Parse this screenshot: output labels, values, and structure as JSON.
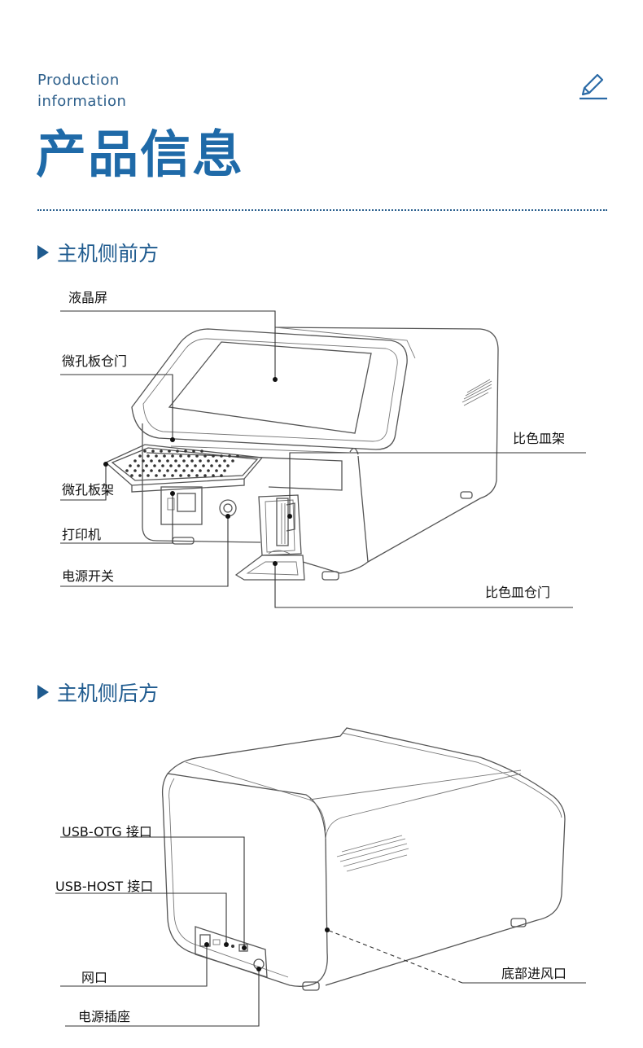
{
  "header": {
    "english_line1": "Production",
    "english_line2": "information",
    "title": "产品信息",
    "icon": "pencil-edit-icon"
  },
  "front_section": {
    "heading": "主机侧前方",
    "labels": {
      "lcd": "液晶屏",
      "plate_door": "微孔板仓门",
      "plate_holder": "微孔板架",
      "printer": "打印机",
      "power_switch": "电源开关",
      "cuvette_rack": "比色皿架",
      "cuvette_door": "比色皿仓门"
    }
  },
  "rear_section": {
    "heading": "主机侧后方",
    "labels": {
      "usb_otg": "USB-OTG 接口",
      "usb_host": "USB-HOST 接口",
      "network": "网口",
      "power_socket": "电源插座",
      "air_inlet": "底部进风口"
    }
  },
  "colors": {
    "accent": "#1f6aa8",
    "heading": "#1f5b8f",
    "line": "#333333"
  }
}
